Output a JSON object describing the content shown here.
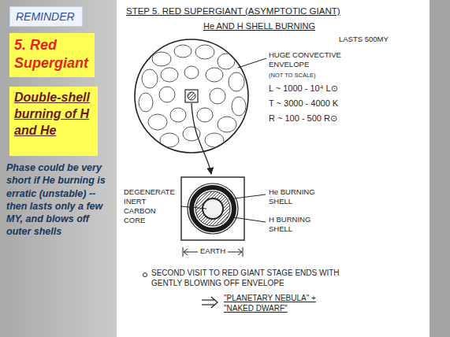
{
  "diagram": {
    "title": "STEP 5. RED SUPERGIANT (ASYMPTOTIC GIANT)",
    "nodes": [
      {
        "text": [
          "REMINDER"
        ]
      },
      {
        "text": [
          "5. Red Supergiant"
        ]
      },
      {
        "text": [
          "Double-shell burning of H and He"
        ]
      }
    ],
    "labels": [
      "He AND H SHELL BURNING",
      "LASTS 500MY",
      "HUGE CONVECTIVE ENVELOPE",
      "(NOT TO SCALE)",
      "L ~ 1000 - 10⁴ L⊙",
      "T ~ 3000 - 4000 K",
      "R ~ 100 - 500 R⊙",
      "DEGENERATE INERT CARBON CORE",
      "He BURNING SHELL",
      "H BURNING SHELL",
      "EARTH",
      "SECOND VISIT TO RED GIANT STAGE ENDS WITH GENTLY BLOWING OFF ENVELOPE",
      "\"PLANETARY NEBULA\" + \"NAKED DWARF\"",
      "Phase could be very short if He burning is erratic (unstable) -- then lasts only a few MY, and blows off outer shells"
    ]
  }
}
